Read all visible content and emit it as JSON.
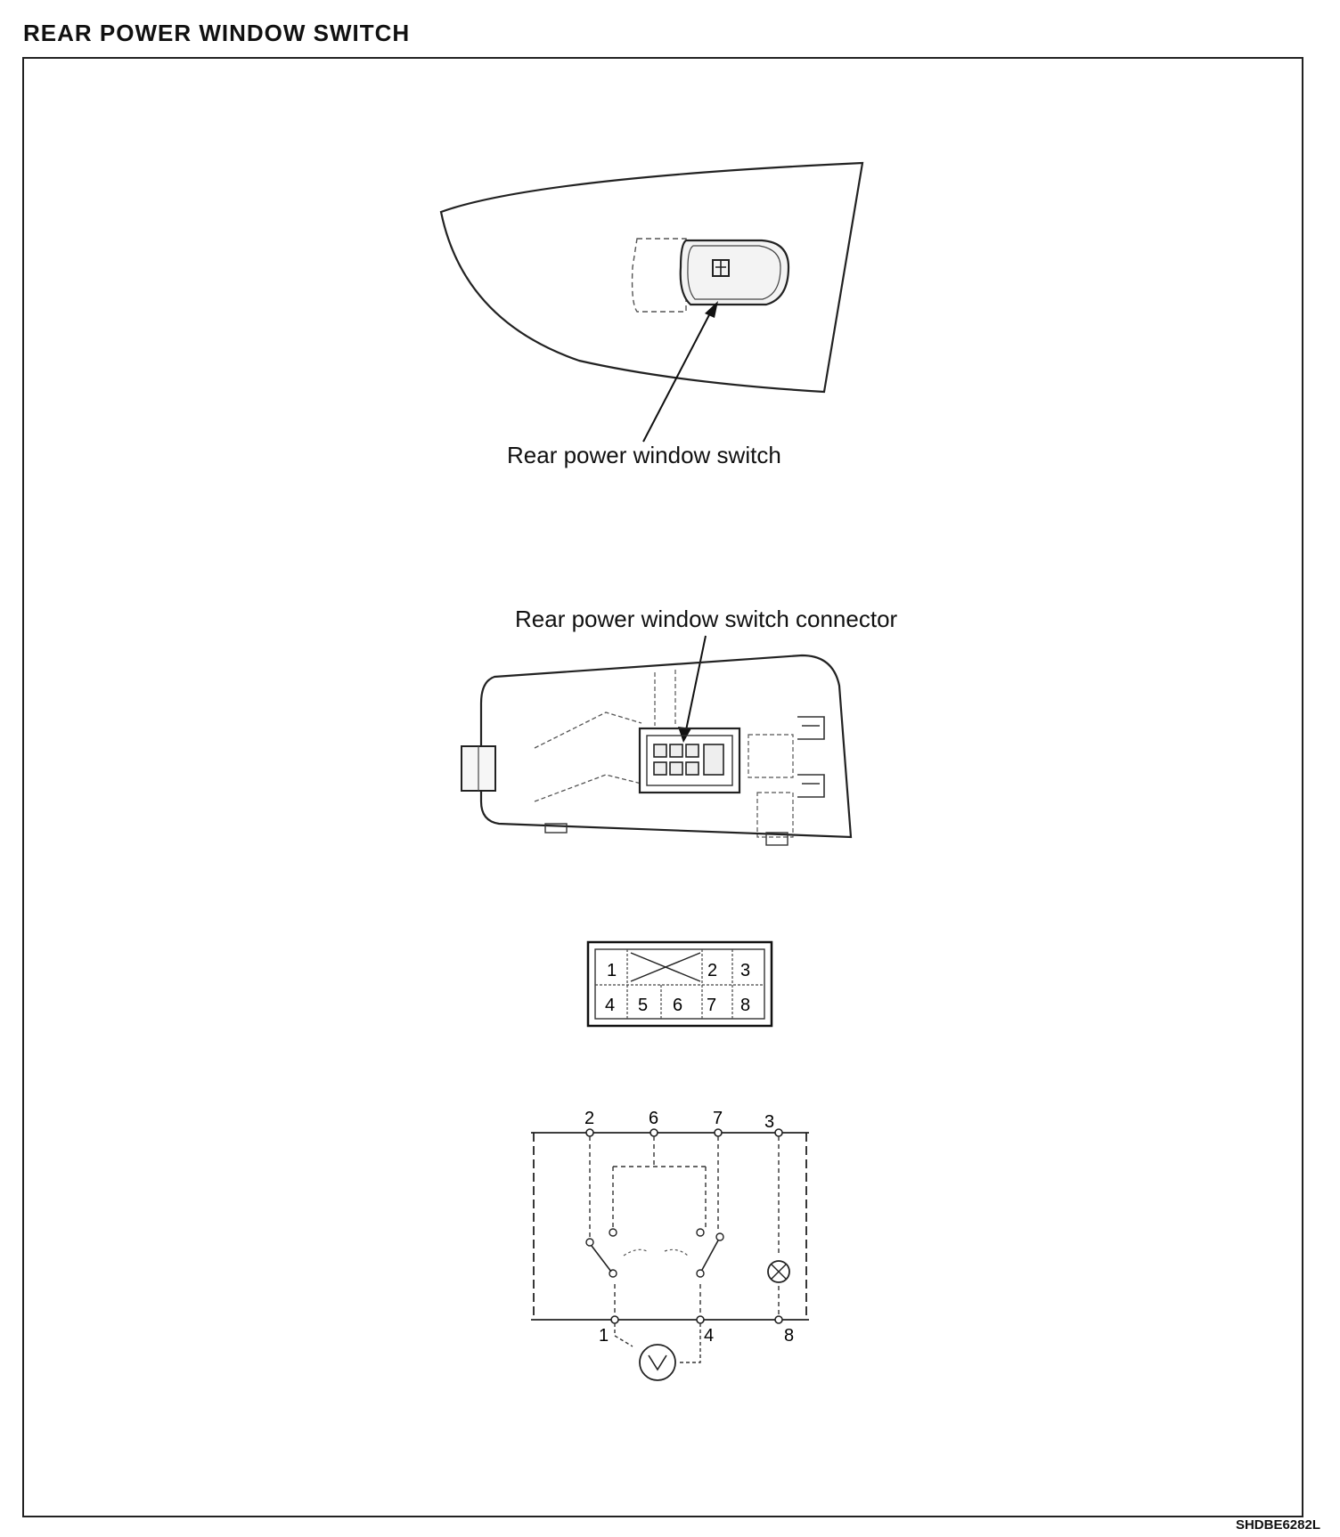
{
  "title": "REAR POWER WINDOW SWITCH",
  "figure_id": "SHDBE6282L",
  "callouts": {
    "switch": "Rear power window switch",
    "connector": "Rear power window switch connector"
  },
  "connector_pins": {
    "top_row": [
      "1",
      "2",
      "3"
    ],
    "bottom_row": [
      "4",
      "5",
      "6",
      "7",
      "8"
    ]
  },
  "schematic_terminals": {
    "top": [
      "2",
      "6",
      "7",
      "3"
    ],
    "bottom": [
      "1",
      "4",
      "8"
    ]
  },
  "icons": [
    "window-switch-icon",
    "motor-symbol-icon",
    "lamp-symbol-icon"
  ]
}
